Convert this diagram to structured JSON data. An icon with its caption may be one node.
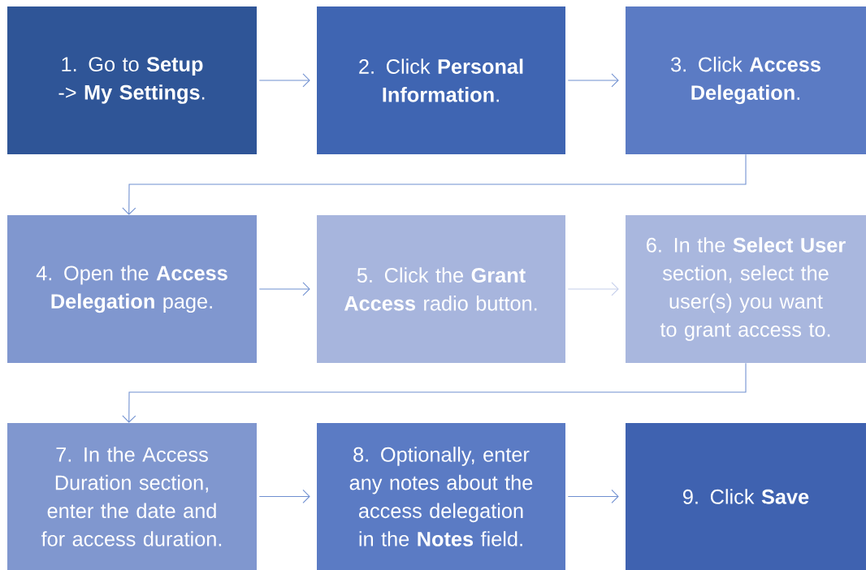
{
  "diagram": {
    "nodes": [
      {
        "text": [
          "1. Go to **Setup** -> **My Settings**."
        ]
      },
      {
        "text": [
          "2. Click **Personal Information**."
        ]
      },
      {
        "text": [
          "3. Click **Access Delegation**."
        ]
      },
      {
        "text": [
          "4. Open the **Access Delegation** page."
        ]
      },
      {
        "text": [
          "5. Click the **Grant Access** radio button."
        ]
      },
      {
        "text": [
          "6. In the **Select User** section, select the user(s) you want to grant access to."
        ]
      },
      {
        "text": [
          "7. In the Access Duration section, enter the date and for access duration."
        ]
      },
      {
        "text": [
          "8. Optionally, enter any notes about the access delegation in the **Notes** field."
        ]
      },
      {
        "text": [
          "9. Click **Save**"
        ]
      }
    ],
    "edges": [
      {
        "from": 0,
        "to": 1,
        "arrow": "to"
      },
      {
        "from": 1,
        "to": 2,
        "arrow": "to"
      },
      {
        "from": 2,
        "to": 3,
        "arrow": "to"
      },
      {
        "from": 3,
        "to": 4,
        "arrow": "to"
      },
      {
        "from": 4,
        "to": 5,
        "arrow": "to",
        "color": "#c3cdea"
      },
      {
        "from": 5,
        "to": 6,
        "arrow": "to"
      },
      {
        "from": 6,
        "to": 7,
        "arrow": "to"
      },
      {
        "from": 7,
        "to": 8,
        "arrow": "to"
      }
    ]
  }
}
